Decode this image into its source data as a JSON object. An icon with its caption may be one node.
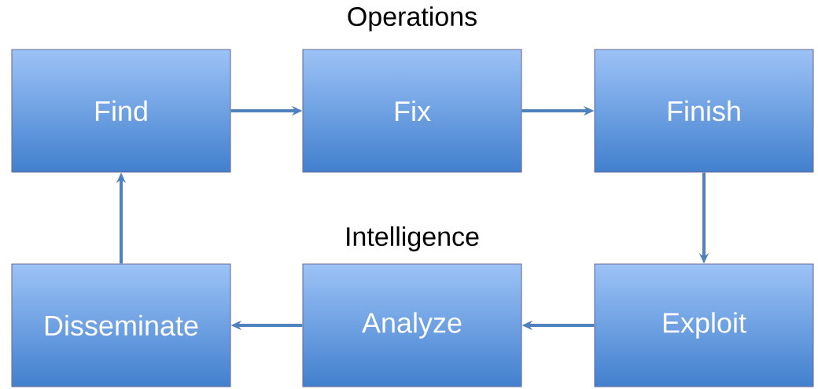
{
  "diagram": {
    "nodes": [
      {
        "text": [
          "Find"
        ]
      },
      {
        "text": [
          "Fix"
        ]
      },
      {
        "text": [
          "Finish"
        ]
      },
      {
        "text": [
          "Disseminate"
        ]
      },
      {
        "text": [
          "Analyze"
        ]
      },
      {
        "text": [
          "Exploit"
        ]
      }
    ],
    "edges": [
      {
        "from": 0,
        "to": 1,
        "arrow": "to"
      },
      {
        "from": 1,
        "to": 2,
        "arrow": "to"
      },
      {
        "from": 2,
        "to": 5,
        "arrow": "to"
      },
      {
        "from": 5,
        "to": 4,
        "arrow": "to"
      },
      {
        "from": 4,
        "to": 3,
        "arrow": "to"
      },
      {
        "from": 3,
        "to": 0,
        "arrow": "to"
      }
    ],
    "labels": [
      "Operations",
      "Intelligence"
    ]
  }
}
